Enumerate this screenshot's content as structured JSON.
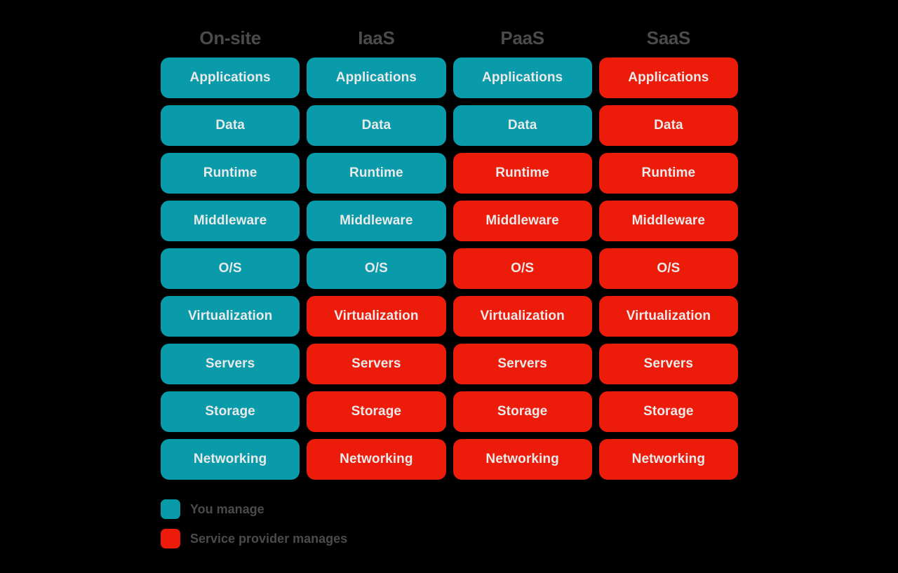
{
  "diagram": {
    "columns": [
      "On-site",
      "IaaS",
      "PaaS",
      "SaaS"
    ],
    "layers": [
      "Applications",
      "Data",
      "Runtime",
      "Middleware",
      "O/S",
      "Virtualization",
      "Servers",
      "Storage",
      "Networking"
    ],
    "matrix": [
      [
        "you",
        "you",
        "you",
        "prov"
      ],
      [
        "you",
        "you",
        "you",
        "prov"
      ],
      [
        "you",
        "you",
        "prov",
        "prov"
      ],
      [
        "you",
        "you",
        "prov",
        "prov"
      ],
      [
        "you",
        "you",
        "prov",
        "prov"
      ],
      [
        "you",
        "prov",
        "prov",
        "prov"
      ],
      [
        "you",
        "prov",
        "prov",
        "prov"
      ],
      [
        "you",
        "prov",
        "prov",
        "prov"
      ],
      [
        "you",
        "prov",
        "prov",
        "prov"
      ]
    ]
  },
  "legend": {
    "items": [
      {
        "key": "you",
        "label": "You manage",
        "color": "#0a9baa"
      },
      {
        "key": "prov",
        "label": "Service provider manages",
        "color": "#ed1c0a"
      }
    ]
  },
  "colors": {
    "background": "#000000",
    "you_manage": "#0a9baa",
    "provider_manages": "#ed1c0a",
    "cell_text": "#e9e9e9",
    "heading_text": "#4b4b4b"
  }
}
